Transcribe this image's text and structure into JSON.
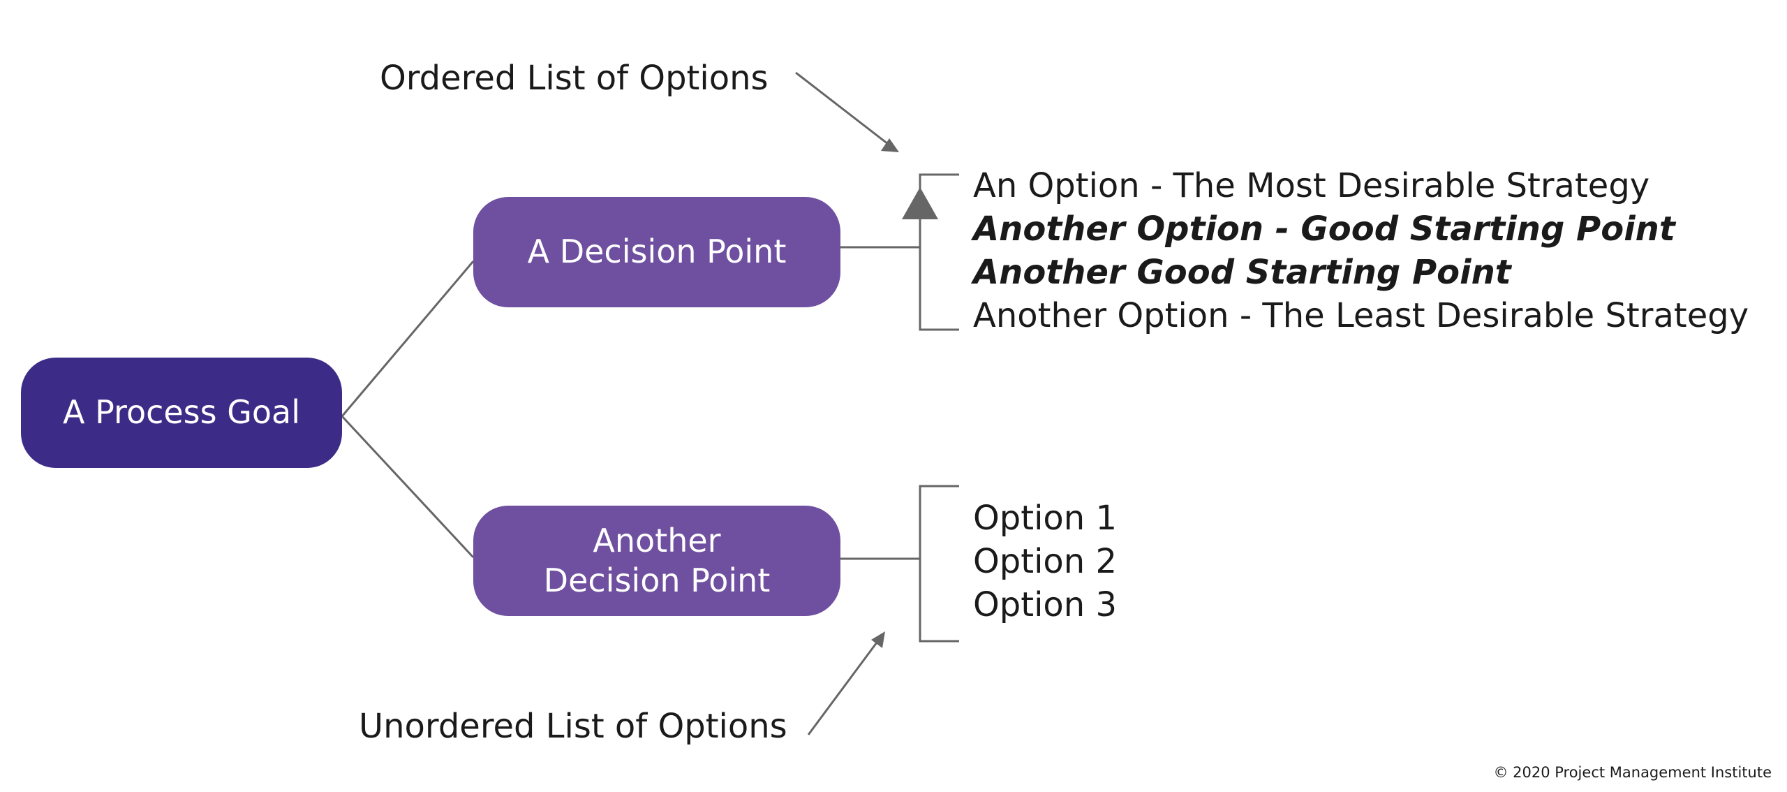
{
  "nodes": {
    "goal": "A Process Goal",
    "decision_a": "A Decision Point",
    "decision_b_line1": "Another",
    "decision_b_line2": "Decision Point"
  },
  "labels": {
    "ordered": "Ordered List of Options",
    "unordered": "Unordered List of Options"
  },
  "ordered_options": [
    {
      "text": "An Option - The Most Desirable Strategy",
      "emphasis": false
    },
    {
      "text": "Another Option - Good Starting Point",
      "emphasis": true
    },
    {
      "text": "Another Good Starting Point",
      "emphasis": true
    },
    {
      "text": "Another Option - The Least Desirable Strategy",
      "emphasis": false
    }
  ],
  "unordered_options": [
    "Option 1",
    "Option 2",
    "Option 3"
  ],
  "copyright": "© 2020 Project Management Institute",
  "colors": {
    "goal_fill": "#3d2c87",
    "decision_fill": "#6f4f9f",
    "connector": "#666666",
    "text": "#1a1a1a"
  }
}
